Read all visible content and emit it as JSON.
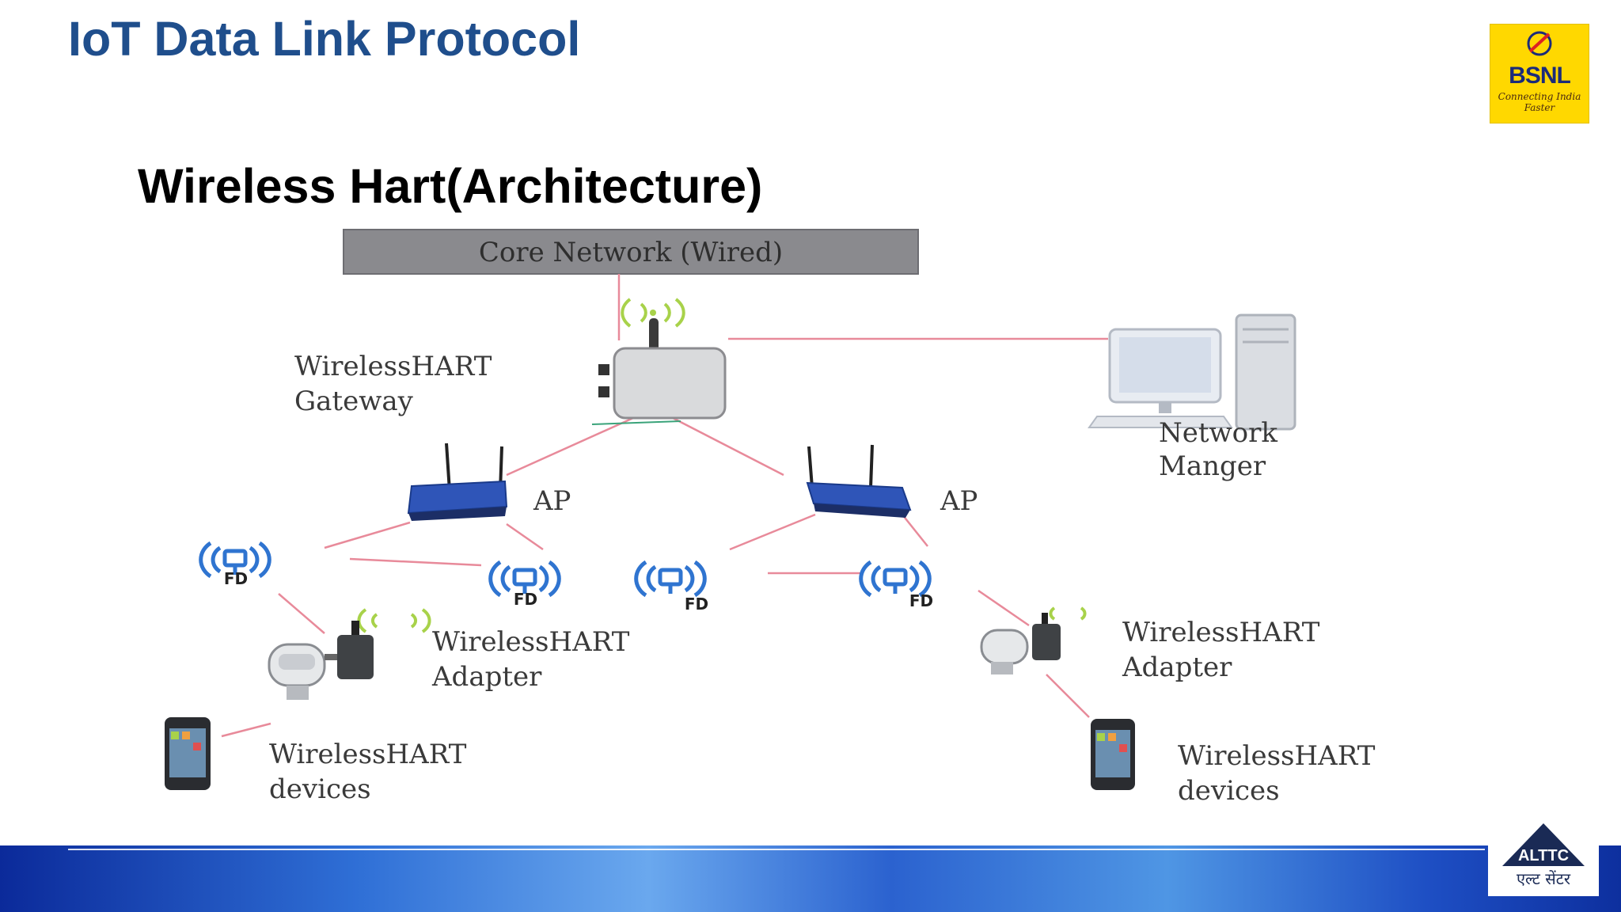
{
  "header": {
    "title": "IoT Data Link Protocol"
  },
  "slide": {
    "subtitle": "Wireless Hart(Architecture)"
  },
  "logo": {
    "name": "BSNL",
    "tagline": "Connecting India Faster"
  },
  "footer_logo": {
    "name": "ALTTC",
    "hindi": "एल्ट सेंटर"
  },
  "diagram": {
    "core_network": "Core Network (Wired)",
    "gateway_label_1": "WirelessHART",
    "gateway_label_2": "Gateway",
    "network_manager_1": "Network",
    "network_manager_2": "Manger",
    "ap_left": "AP",
    "ap_right": "AP",
    "fd_1": "FD",
    "fd_2": "FD",
    "fd_3": "FD",
    "fd_4": "FD",
    "adapter_left_1": "WirelessHART",
    "adapter_left_2": "Adapter",
    "adapter_right_1": "WirelessHART",
    "adapter_right_2": "Adapter",
    "devices_left_1": "WirelessHART",
    "devices_left_2": "devices",
    "devices_right_1": "WirelessHART",
    "devices_right_2": "devices"
  },
  "colors": {
    "title": "#1f4e8c",
    "link": "#e88a9a",
    "wifi": "#a8d24a",
    "fd": "#2f74d0"
  }
}
